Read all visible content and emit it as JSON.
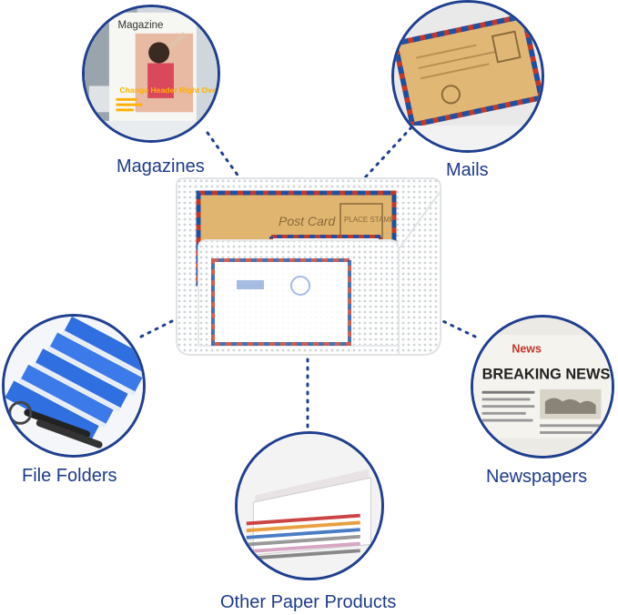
{
  "labels": {
    "magazines": "Magazines",
    "mails": "Mails",
    "file_folders": "File Folders",
    "newspapers": "Newspapers",
    "other_paper": "Other Paper Products"
  },
  "magazine_cover": {
    "title": "Magazine",
    "headline": "Change Header Right Over Here"
  },
  "envelope": {
    "stamp_text": "PLACE STAMP",
    "postcard_text": "Post Card"
  },
  "newspaper": {
    "masthead": "News",
    "headline": "BREAKING NEWS"
  },
  "colors": {
    "accent": "#1f3f8f",
    "label": "#1d3b8a",
    "folder_blue": "#2f6fe0"
  }
}
